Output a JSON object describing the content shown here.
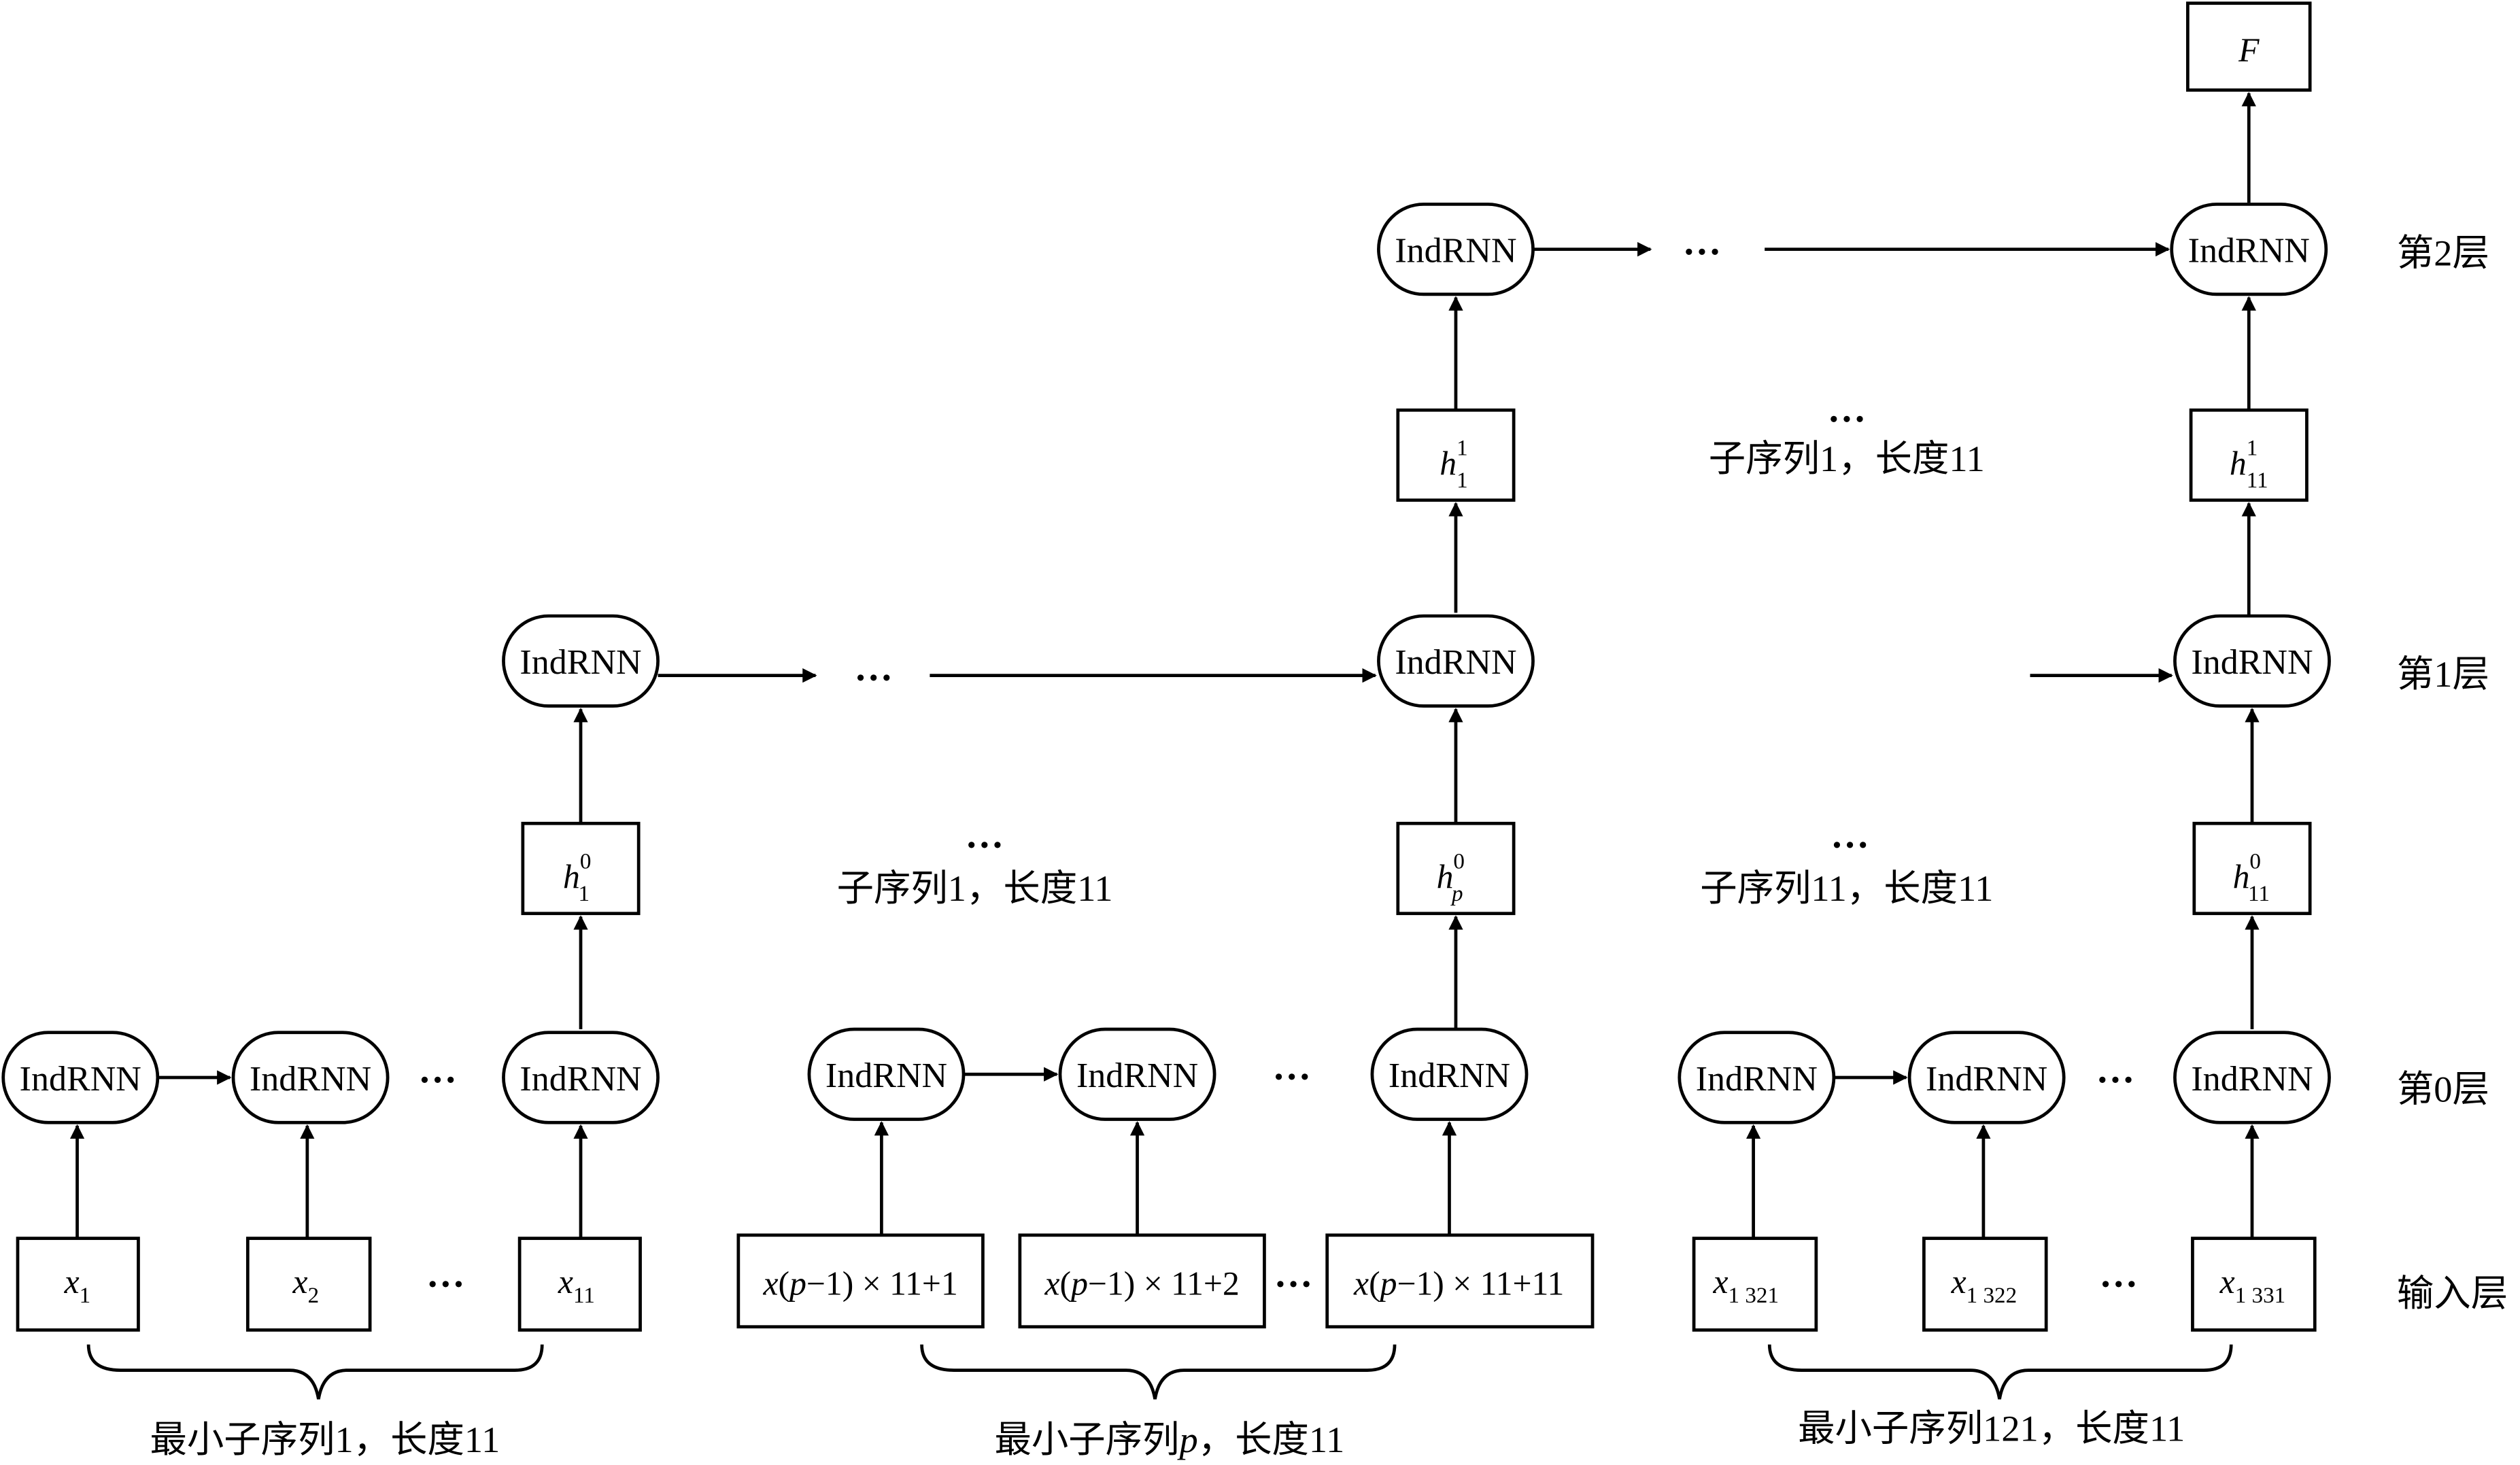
{
  "node_label": "IndRNN",
  "output_label": "F",
  "ellipsis": "…",
  "layers": {
    "layer2": "第2层",
    "layer1": "第1层",
    "layer0": "第0层",
    "input": "输入层"
  },
  "inputs": {
    "g1": [
      {
        "base": "x",
        "sub": "1"
      },
      {
        "base": "x",
        "sub": "2"
      },
      {
        "base": "x",
        "sub": "11"
      }
    ],
    "gp": [
      {
        "pre": "x",
        "open": "(",
        "p": "p",
        "rest": "−1) × 11+1"
      },
      {
        "pre": "x",
        "open": "(",
        "p": "p",
        "rest": "−1) × 11+2"
      },
      {
        "pre": "x",
        "open": "(",
        "p": "p",
        "rest": "−1) × 11+11"
      }
    ],
    "g121": [
      {
        "base": "x",
        "sub": "1 321"
      },
      {
        "base": "x",
        "sub": "1 322"
      },
      {
        "base": "x",
        "sub": "1 331"
      }
    ]
  },
  "hidden": {
    "h0_1": {
      "base": "h",
      "sup": "0",
      "sub": "1"
    },
    "h0_p": {
      "base": "h",
      "sup": "0",
      "sub": "p"
    },
    "h0_11": {
      "base": "h",
      "sup": "0",
      "sub": "11"
    },
    "h1_1": {
      "base": "h",
      "sup": "1",
      "sub": "1"
    },
    "h1_11": {
      "base": "h",
      "sup": "1",
      "sub": "11"
    }
  },
  "brace_labels": {
    "g1": "最小子序列1，长度11",
    "gp_pre": "最小子序列",
    "gp_var": "p",
    "gp_post": "，长度11",
    "g121": "最小子序列121，长度11"
  },
  "subseq_labels": {
    "l1_a": "子序列1，长度11",
    "l1_b": "子序列11，长度11",
    "l2_a": "子序列1，长度11"
  }
}
